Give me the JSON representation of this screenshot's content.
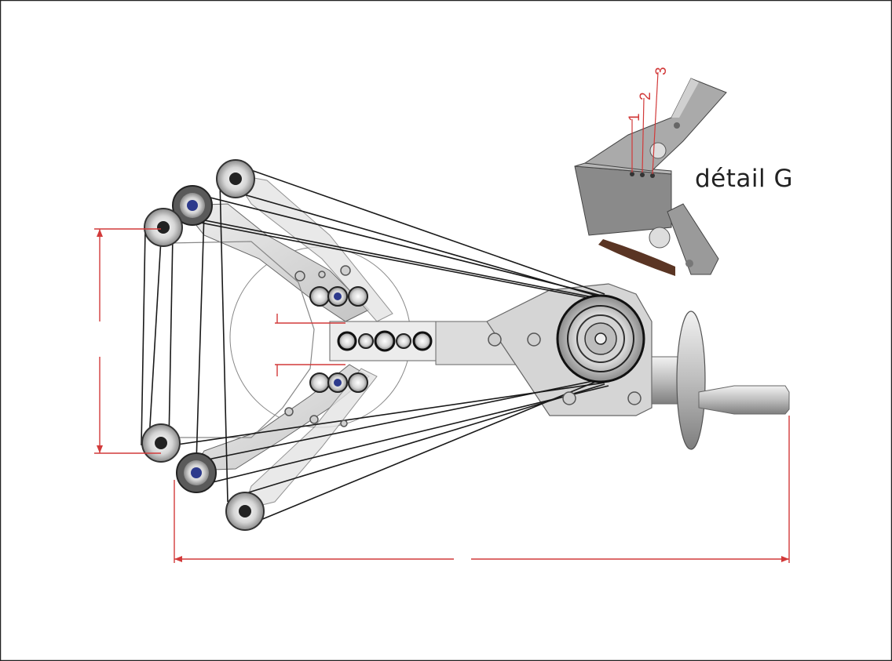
{
  "detail": {
    "label": "détail G",
    "callouts": [
      "1",
      "2",
      "3"
    ]
  },
  "colors": {
    "dimension": "#d23a3a",
    "metal_light": "#d9d9d9",
    "metal_mid": "#b9b9b9",
    "metal_dark": "#7a7a7a",
    "belt": "#1a1a1a",
    "bearing_blue": "#2d3a8c",
    "leather": "#5a3524"
  }
}
